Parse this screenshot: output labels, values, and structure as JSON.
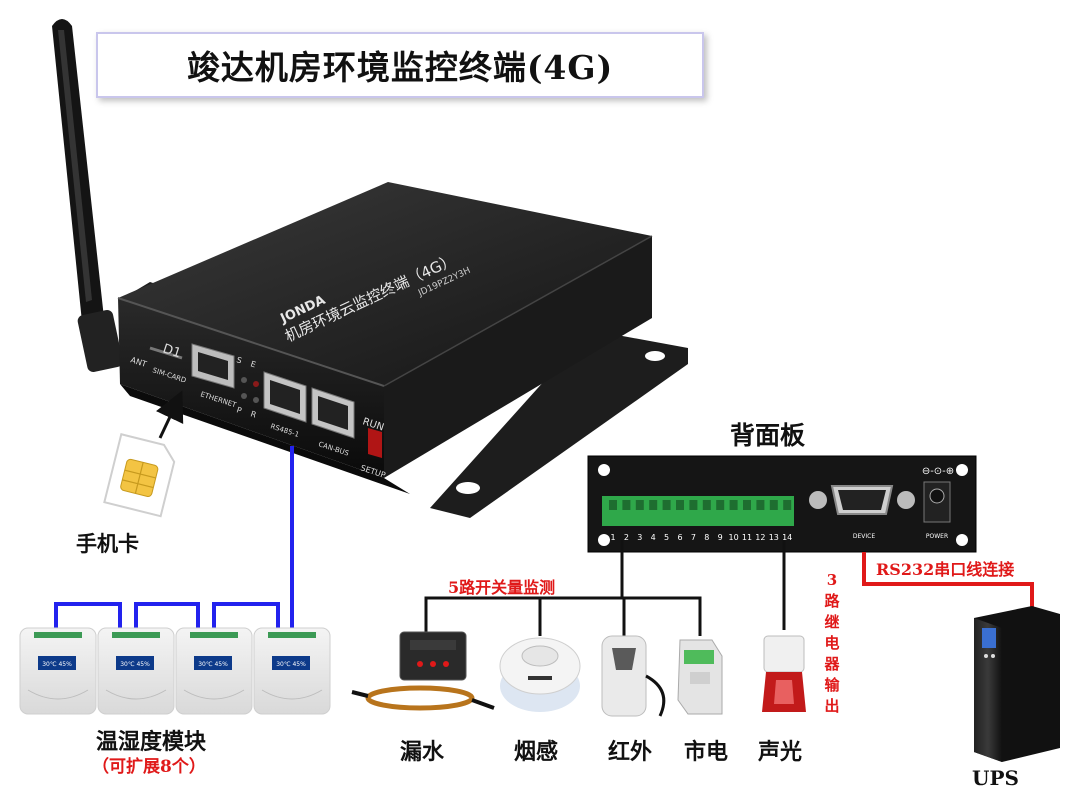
{
  "title": "竣达机房环境监控终端(4G)",
  "device": {
    "brand": "JONDA",
    "model": "JD19PZ2Y3H",
    "face_text": "机房环境云监控终端（4G）",
    "ports": {
      "ant": "ANT",
      "sim_slot": "D1",
      "sim_card": "SIM-CARD",
      "ethernet": "ETHERNET",
      "rs485": "RS485-1",
      "can_bus": "CAN-BUS",
      "run": "RUN",
      "setup": "SETUP",
      "led_s": "S",
      "led_e": "E",
      "led_p": "P",
      "led_r": "R"
    }
  },
  "labels": {
    "sim": "手机卡",
    "back_panel": "背面板",
    "switch_monitor": "5路开关量监测",
    "relay_output": [
      "3",
      "路",
      "继",
      "电",
      "器",
      "输",
      "出"
    ],
    "rs232_link": "RS232串口线连接",
    "ups": "UPS",
    "temp_module": "温湿度模块",
    "temp_module_note": "（可扩展8个）",
    "water_leak": "漏水",
    "smoke": "烟感",
    "infrared": "红外",
    "mains": "市电",
    "sound_light": "声光"
  },
  "back_panel": {
    "terminal_numbers": [
      "1",
      "2",
      "3",
      "4",
      "5",
      "6",
      "7",
      "8",
      "9",
      "10",
      "11",
      "12",
      "13",
      "14"
    ],
    "device_port": "DEVICE",
    "power_port": "POWER"
  },
  "sensor_display": "30℃ 45%",
  "colors": {
    "device_body": "#1b1b1b",
    "wire_blue": "#2222ee",
    "wire_black": "#111111",
    "accent_red": "#e01919",
    "terminal_green": "#2fa84a"
  }
}
